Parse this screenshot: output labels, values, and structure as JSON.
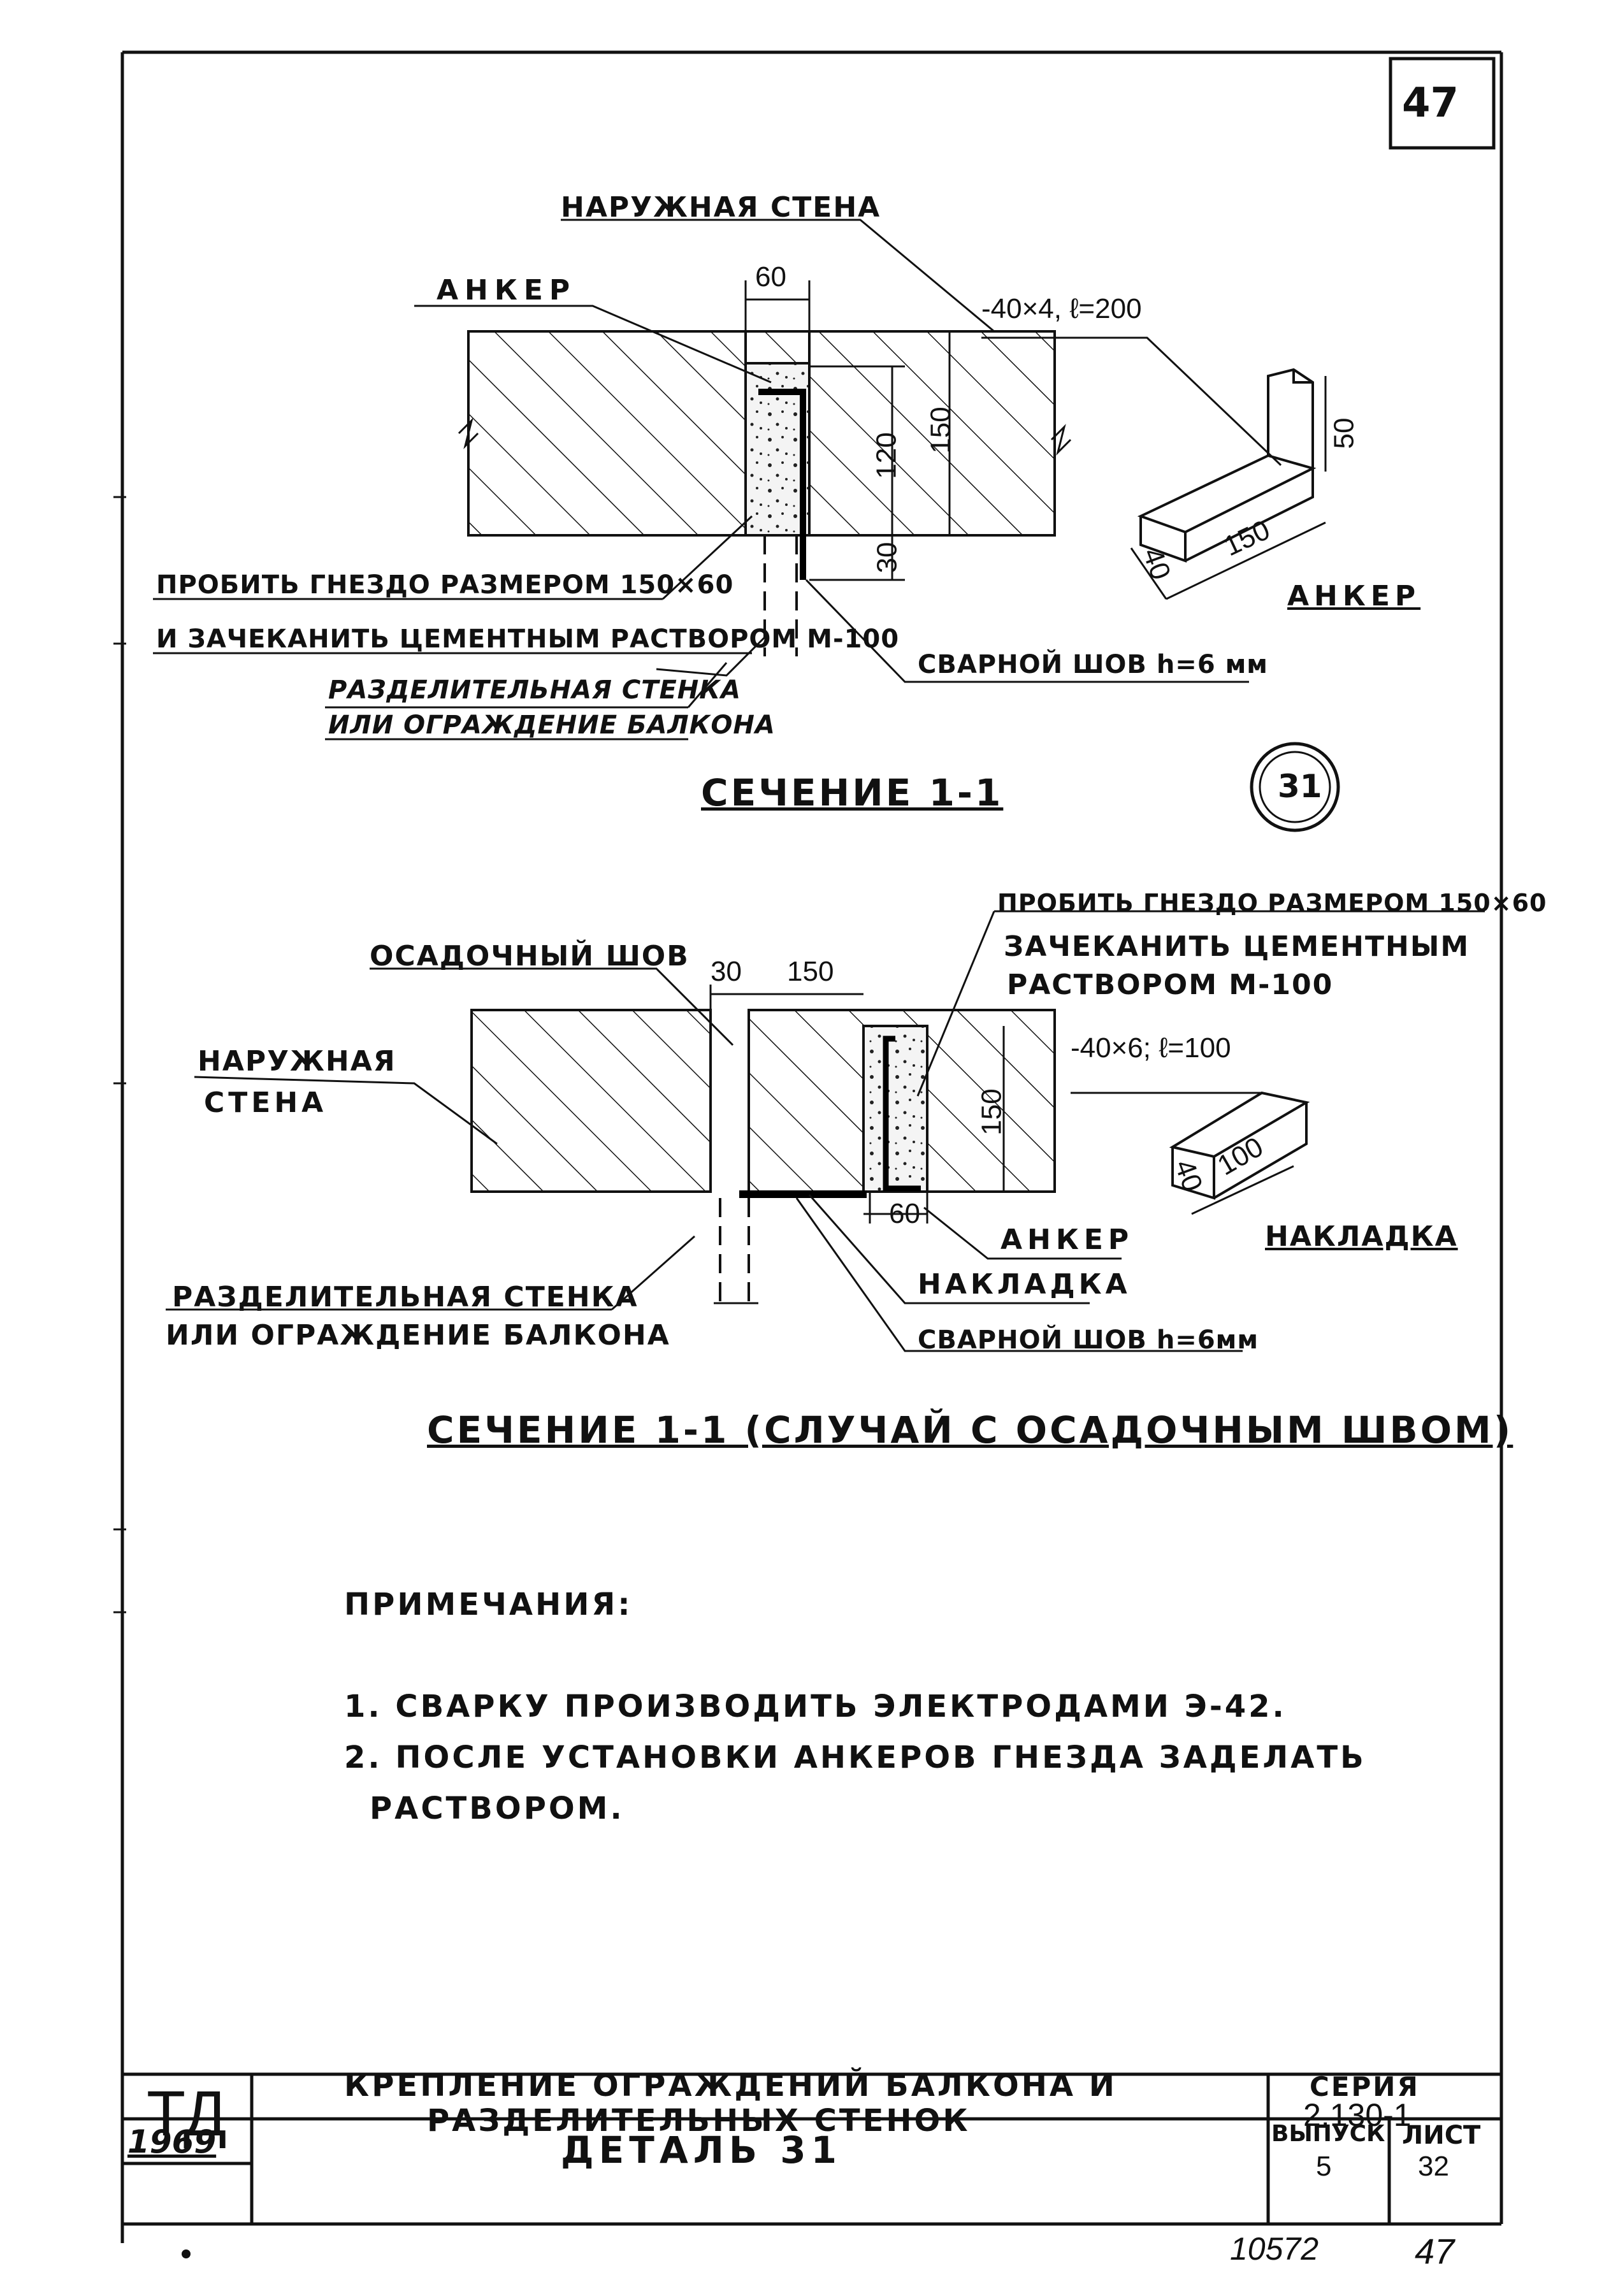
{
  "sheet_number": "47",
  "detail_marker": "31",
  "section1": {
    "label_outer_wall": "НАРУЖНАЯ СТЕНА",
    "label_anchor": "АНКЕР",
    "dim_60": "60",
    "dim_120": "120",
    "dim_150": "150",
    "dim_30": "30",
    "anchor_spec": "-40×4, ℓ=200",
    "note_punch": "ПРОБИТЬ ГНЕЗДО РАЗМЕРОМ 150×60",
    "note_caulk": "И ЗАЧЕКАНИТЬ ЦЕМЕНТНЫМ РАСТВОРОМ М-100",
    "label_partition_1": "РАЗДЕЛИТЕЛЬНАЯ СТЕНКА",
    "label_partition_2": "ИЛИ ОГРАЖДЕНИЕ БАЛКОНА",
    "label_weld": "СВАРНОЙ ШОВ h=6 мм",
    "iso_dim_50": "50",
    "iso_dim_150": "150",
    "iso_dim_40": "40",
    "iso_caption": "АНКЕР",
    "title": "СЕЧЕНИЕ 1-1"
  },
  "section2": {
    "label_settlement_joint": "ОСАДОЧНЫЙ ШОВ",
    "dim_30": "30",
    "dim_150_top": "150",
    "dim_150": "150",
    "dim_60": "60",
    "label_outer_wall_1": "НАРУЖНАЯ",
    "label_outer_wall_2": "СТЕНА",
    "note_punch": "ПРОБИТЬ ГНЕЗДО РАЗМЕРОМ 150×60",
    "note_caulk_1": "ЗАЧЕКАНИТЬ ЦЕМЕНТНЫМ",
    "note_caulk_2": "РАСТВОРОМ М-100",
    "plate_spec": "-40×6; ℓ=100",
    "iso_dim_100": "100",
    "iso_dim_40": "40",
    "iso_caption": "НАКЛАДКА",
    "label_anchor": "АНКЕР",
    "label_plate": "НАКЛАДКА",
    "label_weld": "СВАРНОЙ ШОВ h=6мм",
    "label_partition_1": "РАЗДЕЛИТЕЛЬНАЯ СТЕНКА",
    "label_partition_2": "ИЛИ ОГРАЖДЕНИЕ БАЛКОНА",
    "title": "СЕЧЕНИЕ 1-1 (СЛУЧАЙ С ОСАДОЧНЫМ ШВОМ)"
  },
  "notes": {
    "heading": "ПРИМЕЧАНИЯ:",
    "item1": "1. СВАРКУ ПРОИЗВОДИТЬ ЭЛЕКТРОДАМИ Э-42.",
    "item2_line1": "2. ПОСЛЕ УСТАНОВКИ АНКЕРОВ ГНЕЗДА ЗАДЕЛАТЬ",
    "item2_line2": "РАСТВОРОМ."
  },
  "title_block": {
    "org": "ТД",
    "year": "1969",
    "title_line1": "КРЕПЛЕНИЕ ОГРАЖДЕНИЙ БАЛКОНА И",
    "title_line2": "РАЗДЕЛИТЕЛЬНЫХ СТЕНОК",
    "detail": "ДЕТАЛЬ 31",
    "series_label": "СЕРИЯ",
    "series_value": "2.130-1",
    "issue_label": "ВЫПУСК",
    "issue_value": "5",
    "sheet_label": "ЛИСТ",
    "sheet_value": "32"
  },
  "footer": {
    "inventory_number": "10572",
    "page": "47"
  }
}
